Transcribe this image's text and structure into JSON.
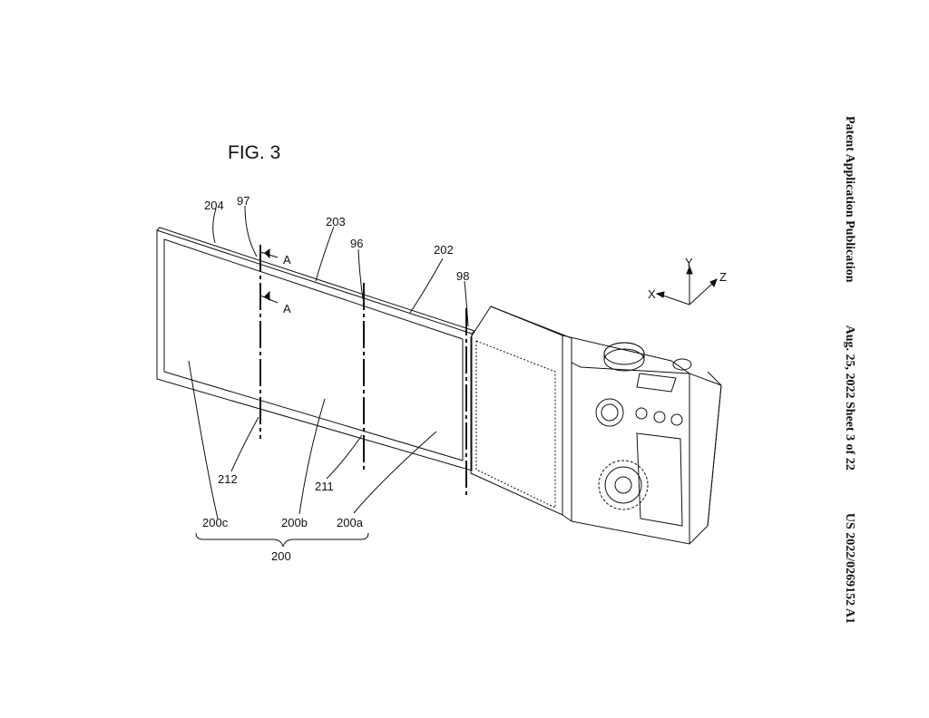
{
  "header": {
    "publication": "Patent Application Publication",
    "date_sheet": "Aug. 25, 2022  Sheet 3 of 22",
    "number": "US 2022/0269152 A1"
  },
  "figure": {
    "title": "FIG. 3"
  },
  "labels": {
    "l204": "204",
    "l97": "97",
    "l203": "203",
    "l96": "96",
    "l202": "202",
    "l98": "98",
    "a1": "A",
    "a2": "A",
    "l212": "212",
    "l211": "211",
    "l200c": "200c",
    "l200b": "200b",
    "l200a": "200a",
    "l200": "200"
  },
  "axes": {
    "x": "X",
    "y": "Y",
    "z": "Z"
  }
}
